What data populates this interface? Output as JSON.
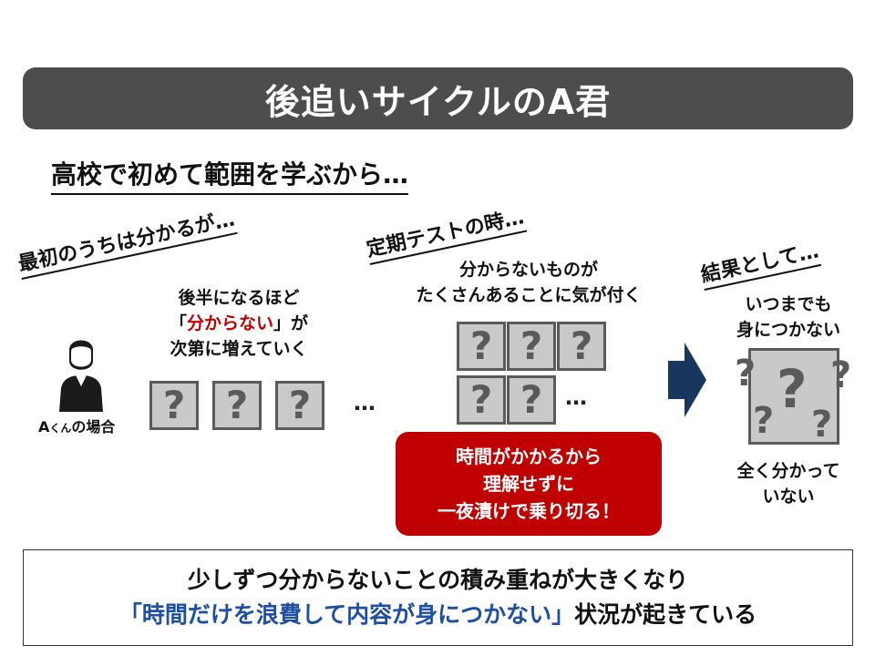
{
  "title": "後追いサイクルのA君",
  "subtitle": "高校で初めて範囲を学ぶから…",
  "panel1": {
    "heading": "最初のうちは分かるが…",
    "line1": "後半になるほど",
    "line2_open": "「",
    "line2_emph": "分からない",
    "line2_close": "」が",
    "line3": "次第に増えていく",
    "person_label_big": "A",
    "person_label_small": "くん",
    "person_label_rest": "の場合",
    "ellipsis": "…"
  },
  "panel2": {
    "heading": "定期テストの時…",
    "line1": "分からないものが",
    "line2": "たくさんあることに気が付く",
    "ellipsis": "…",
    "callout": [
      "時間がかかるから",
      "理解せずに",
      "一夜漬けで乗り切る！"
    ]
  },
  "panel3": {
    "heading": "結果として…",
    "top1": "いつまでも",
    "top2": "身につかない",
    "bottom1": "全く分かって",
    "bottom2": "いない"
  },
  "question_mark": "?",
  "summary": {
    "line1": "少しずつ分からないことの積み重ねが大きくなり",
    "line2_emph": "「時間だけを浪費して内容が身につかない」",
    "line2_rest": "状況が起きている"
  },
  "colors": {
    "banner": "#4d4d4d",
    "emphasis_red": "#c00000",
    "emphasis_blue": "#1e4fa0",
    "qbox_fill": "#c9c9c9",
    "qbox_border": "#5a5a5a",
    "arrow": "#17375e"
  }
}
